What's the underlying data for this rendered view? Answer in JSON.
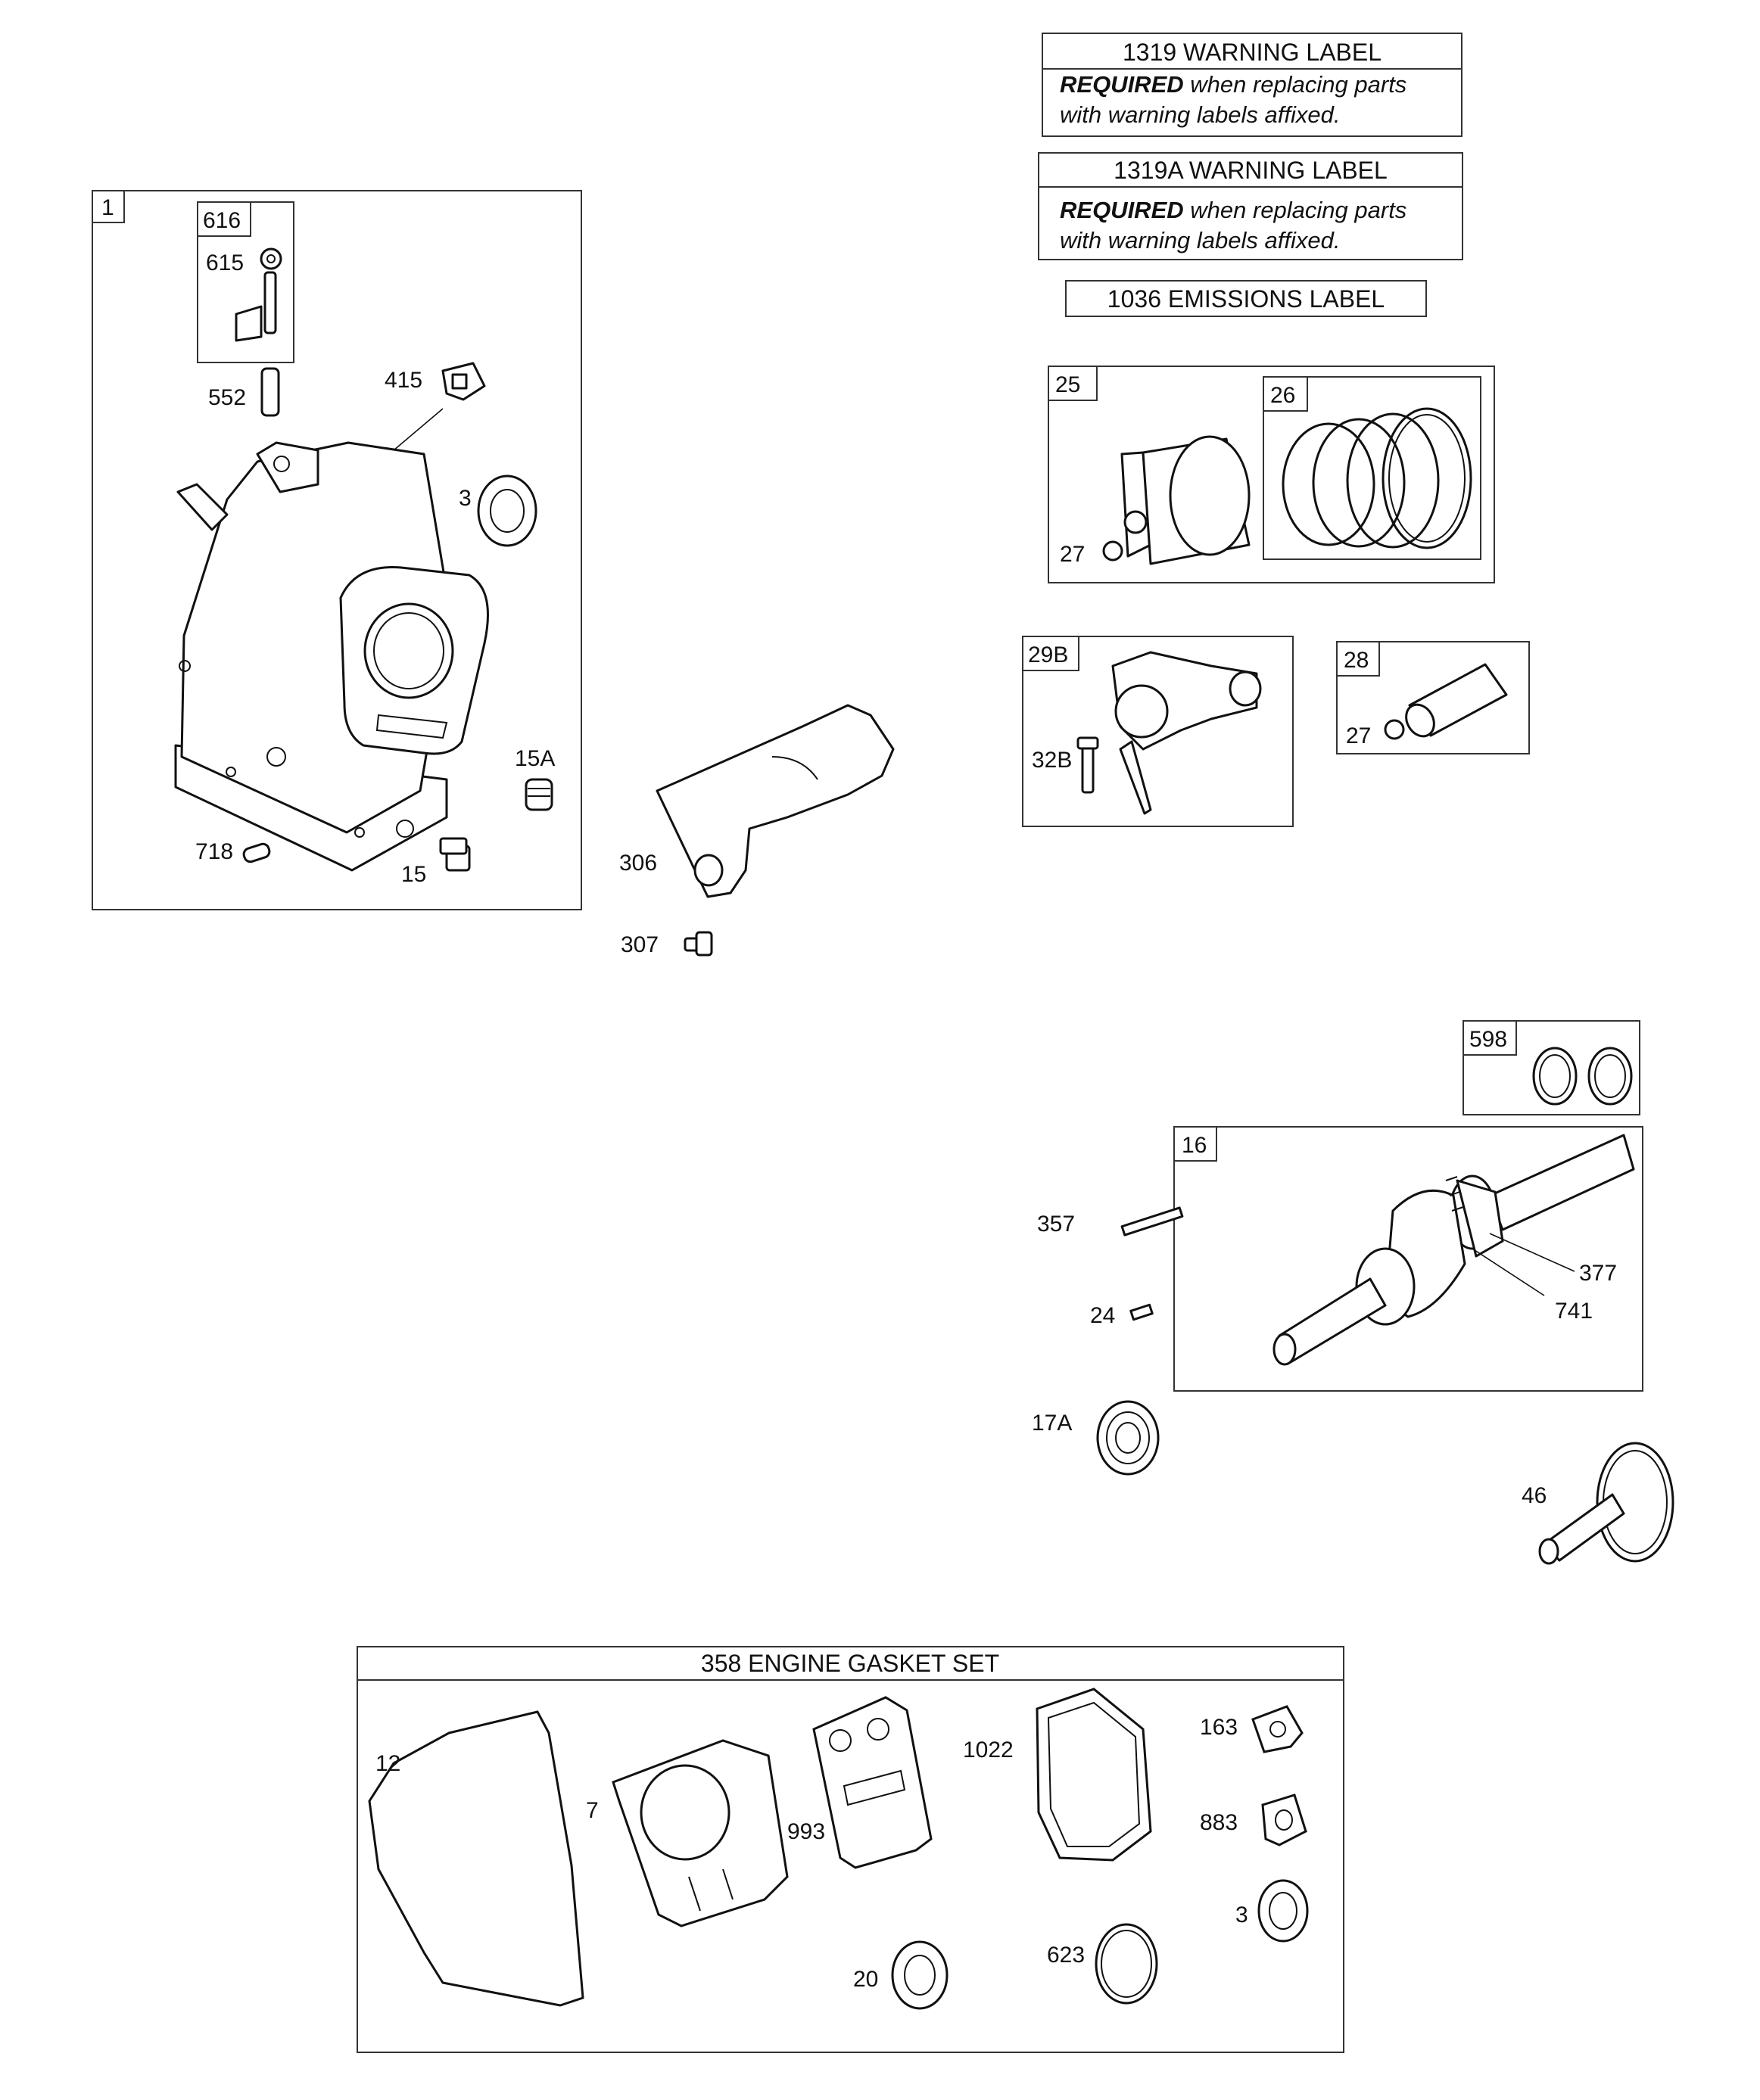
{
  "labels": {
    "warning_1319": {
      "title": "1319 WARNING LABEL",
      "required": "REQUIRED",
      "line1_rest": " when replacing parts",
      "line2": "with warning labels affixed."
    },
    "warning_1319a": {
      "title": "1319A WARNING LABEL",
      "required": "REQUIRED",
      "line1_rest": " when replacing parts",
      "line2": "with warning labels affixed."
    },
    "emissions_1036": {
      "title": "1036 EMISSIONS LABEL"
    }
  },
  "groups": {
    "crankcase": "1",
    "valve_kit": "616",
    "piston": "25",
    "ring_set": "26",
    "connecting_rod": "29B",
    "piston_pin": "28",
    "shim_kit": "598",
    "crankshaft": "16"
  },
  "callouts": {
    "c615": "615",
    "c552": "552",
    "c415": "415",
    "c3_top": "3",
    "c15a": "15A",
    "c718": "718",
    "c15": "15",
    "c306": "306",
    "c307": "307",
    "c27_piston": "27",
    "c32b": "32B",
    "c27_pin": "27",
    "c357": "357",
    "c24": "24",
    "c377": "377",
    "c741": "741",
    "c17a": "17A",
    "c46": "46"
  },
  "gasket_set": {
    "title": "358 ENGINE GASKET SET",
    "parts": {
      "g12": "12",
      "g7": "7",
      "g993": "993",
      "g1022": "1022",
      "g163": "163",
      "g883": "883",
      "g3": "3",
      "g20": "20",
      "g623": "623"
    }
  }
}
